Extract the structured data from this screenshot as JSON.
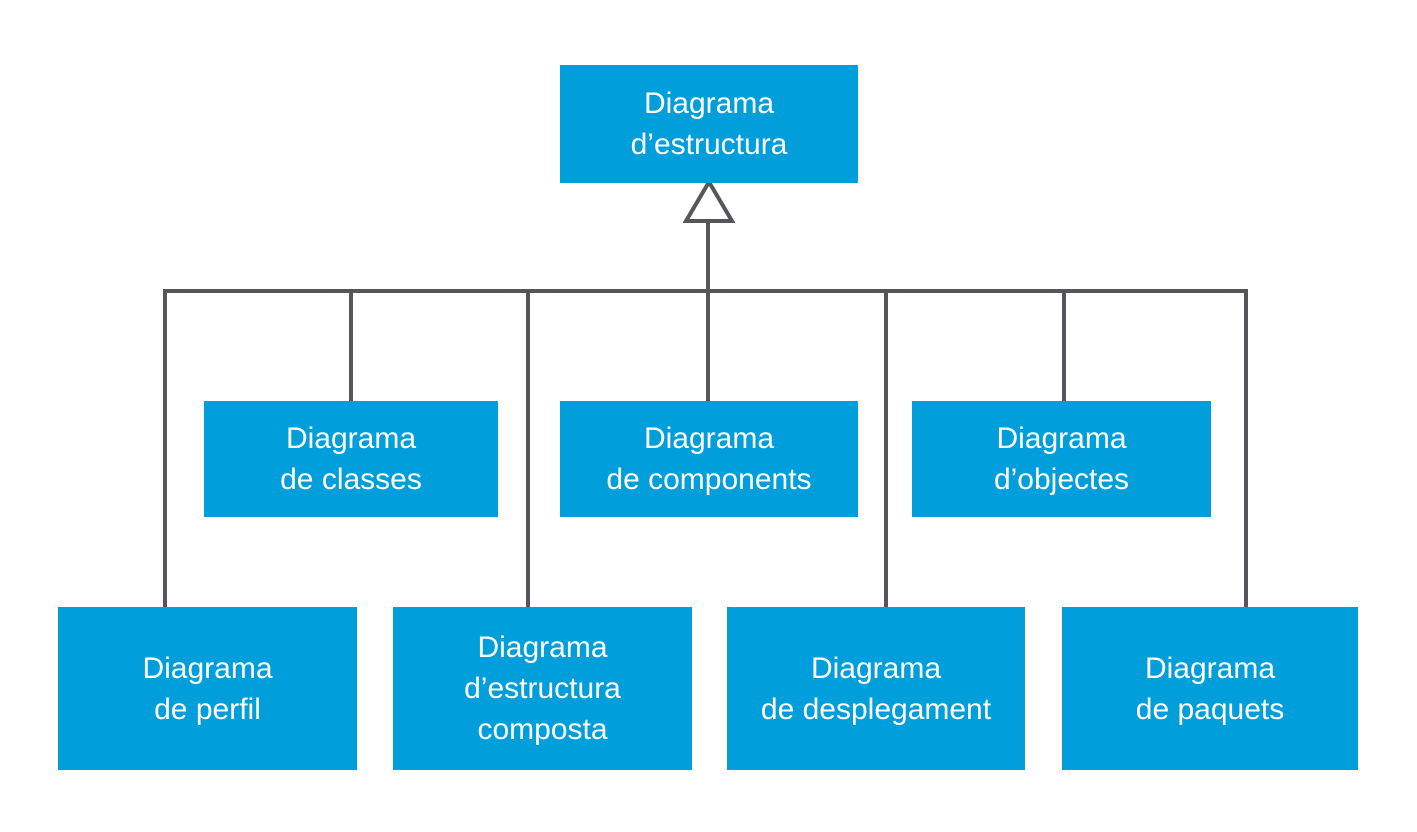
{
  "colors": {
    "box": "#009edb",
    "line": "#55565a",
    "text": "#ffffff"
  },
  "nodes": {
    "root": {
      "label": "Diagrama\nd’estructura"
    },
    "classes": {
      "label": "Diagrama\nde classes"
    },
    "components": {
      "label": "Diagrama\nde components"
    },
    "objectes": {
      "label": "Diagrama\nd’objectes"
    },
    "perfil": {
      "label": "Diagrama\nde perfil"
    },
    "composta": {
      "label": "Diagrama\nd’estructura\ncomposta"
    },
    "desplegament": {
      "label": "Diagrama\nde desplegament"
    },
    "paquets": {
      "label": "Diagrama\nde paquets"
    }
  },
  "edges": {
    "type": "generalization",
    "parent": "root",
    "children": [
      "perfil",
      "classes",
      "composta",
      "components",
      "desplegament",
      "objectes",
      "paquets"
    ]
  }
}
